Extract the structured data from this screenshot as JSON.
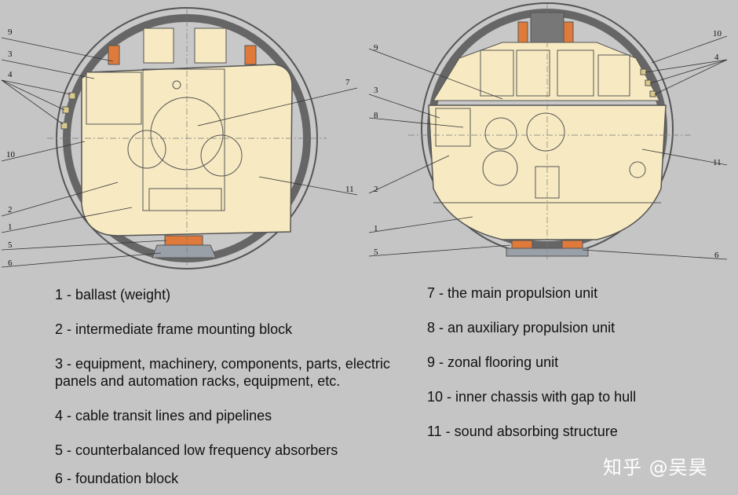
{
  "figure": {
    "left_callouts": [
      "9",
      "3",
      "4",
      "10",
      "2",
      "1",
      "5",
      "6",
      "7",
      "11"
    ],
    "right_callouts": [
      "9",
      "3",
      "8",
      "2",
      "1",
      "5",
      "10",
      "4",
      "11",
      "6"
    ]
  },
  "legend": {
    "left": [
      "1 - ballast (weight)",
      "2 - intermediate frame mounting block",
      "3 - equipment, machinery, components, parts, electric panels and automation racks, equipment, etc.",
      "4 - cable transit lines and pipelines",
      "5 - counterbalanced low frequency absorbers",
      "6 - foundation block"
    ],
    "right": [
      "7 - the main propulsion unit",
      "8 - an auxiliary propulsion unit",
      "9 - zonal flooring unit",
      "10 - inner chassis with gap to hull",
      "11 - sound absorbing structure"
    ]
  },
  "watermark": "知乎 @吴昊",
  "colors": {
    "background": "#c5c5c5",
    "hull": "#5a5a5a",
    "interior": "#f7eac2",
    "absorber": "#e07a3a",
    "foundation": "#9aa0a8"
  }
}
